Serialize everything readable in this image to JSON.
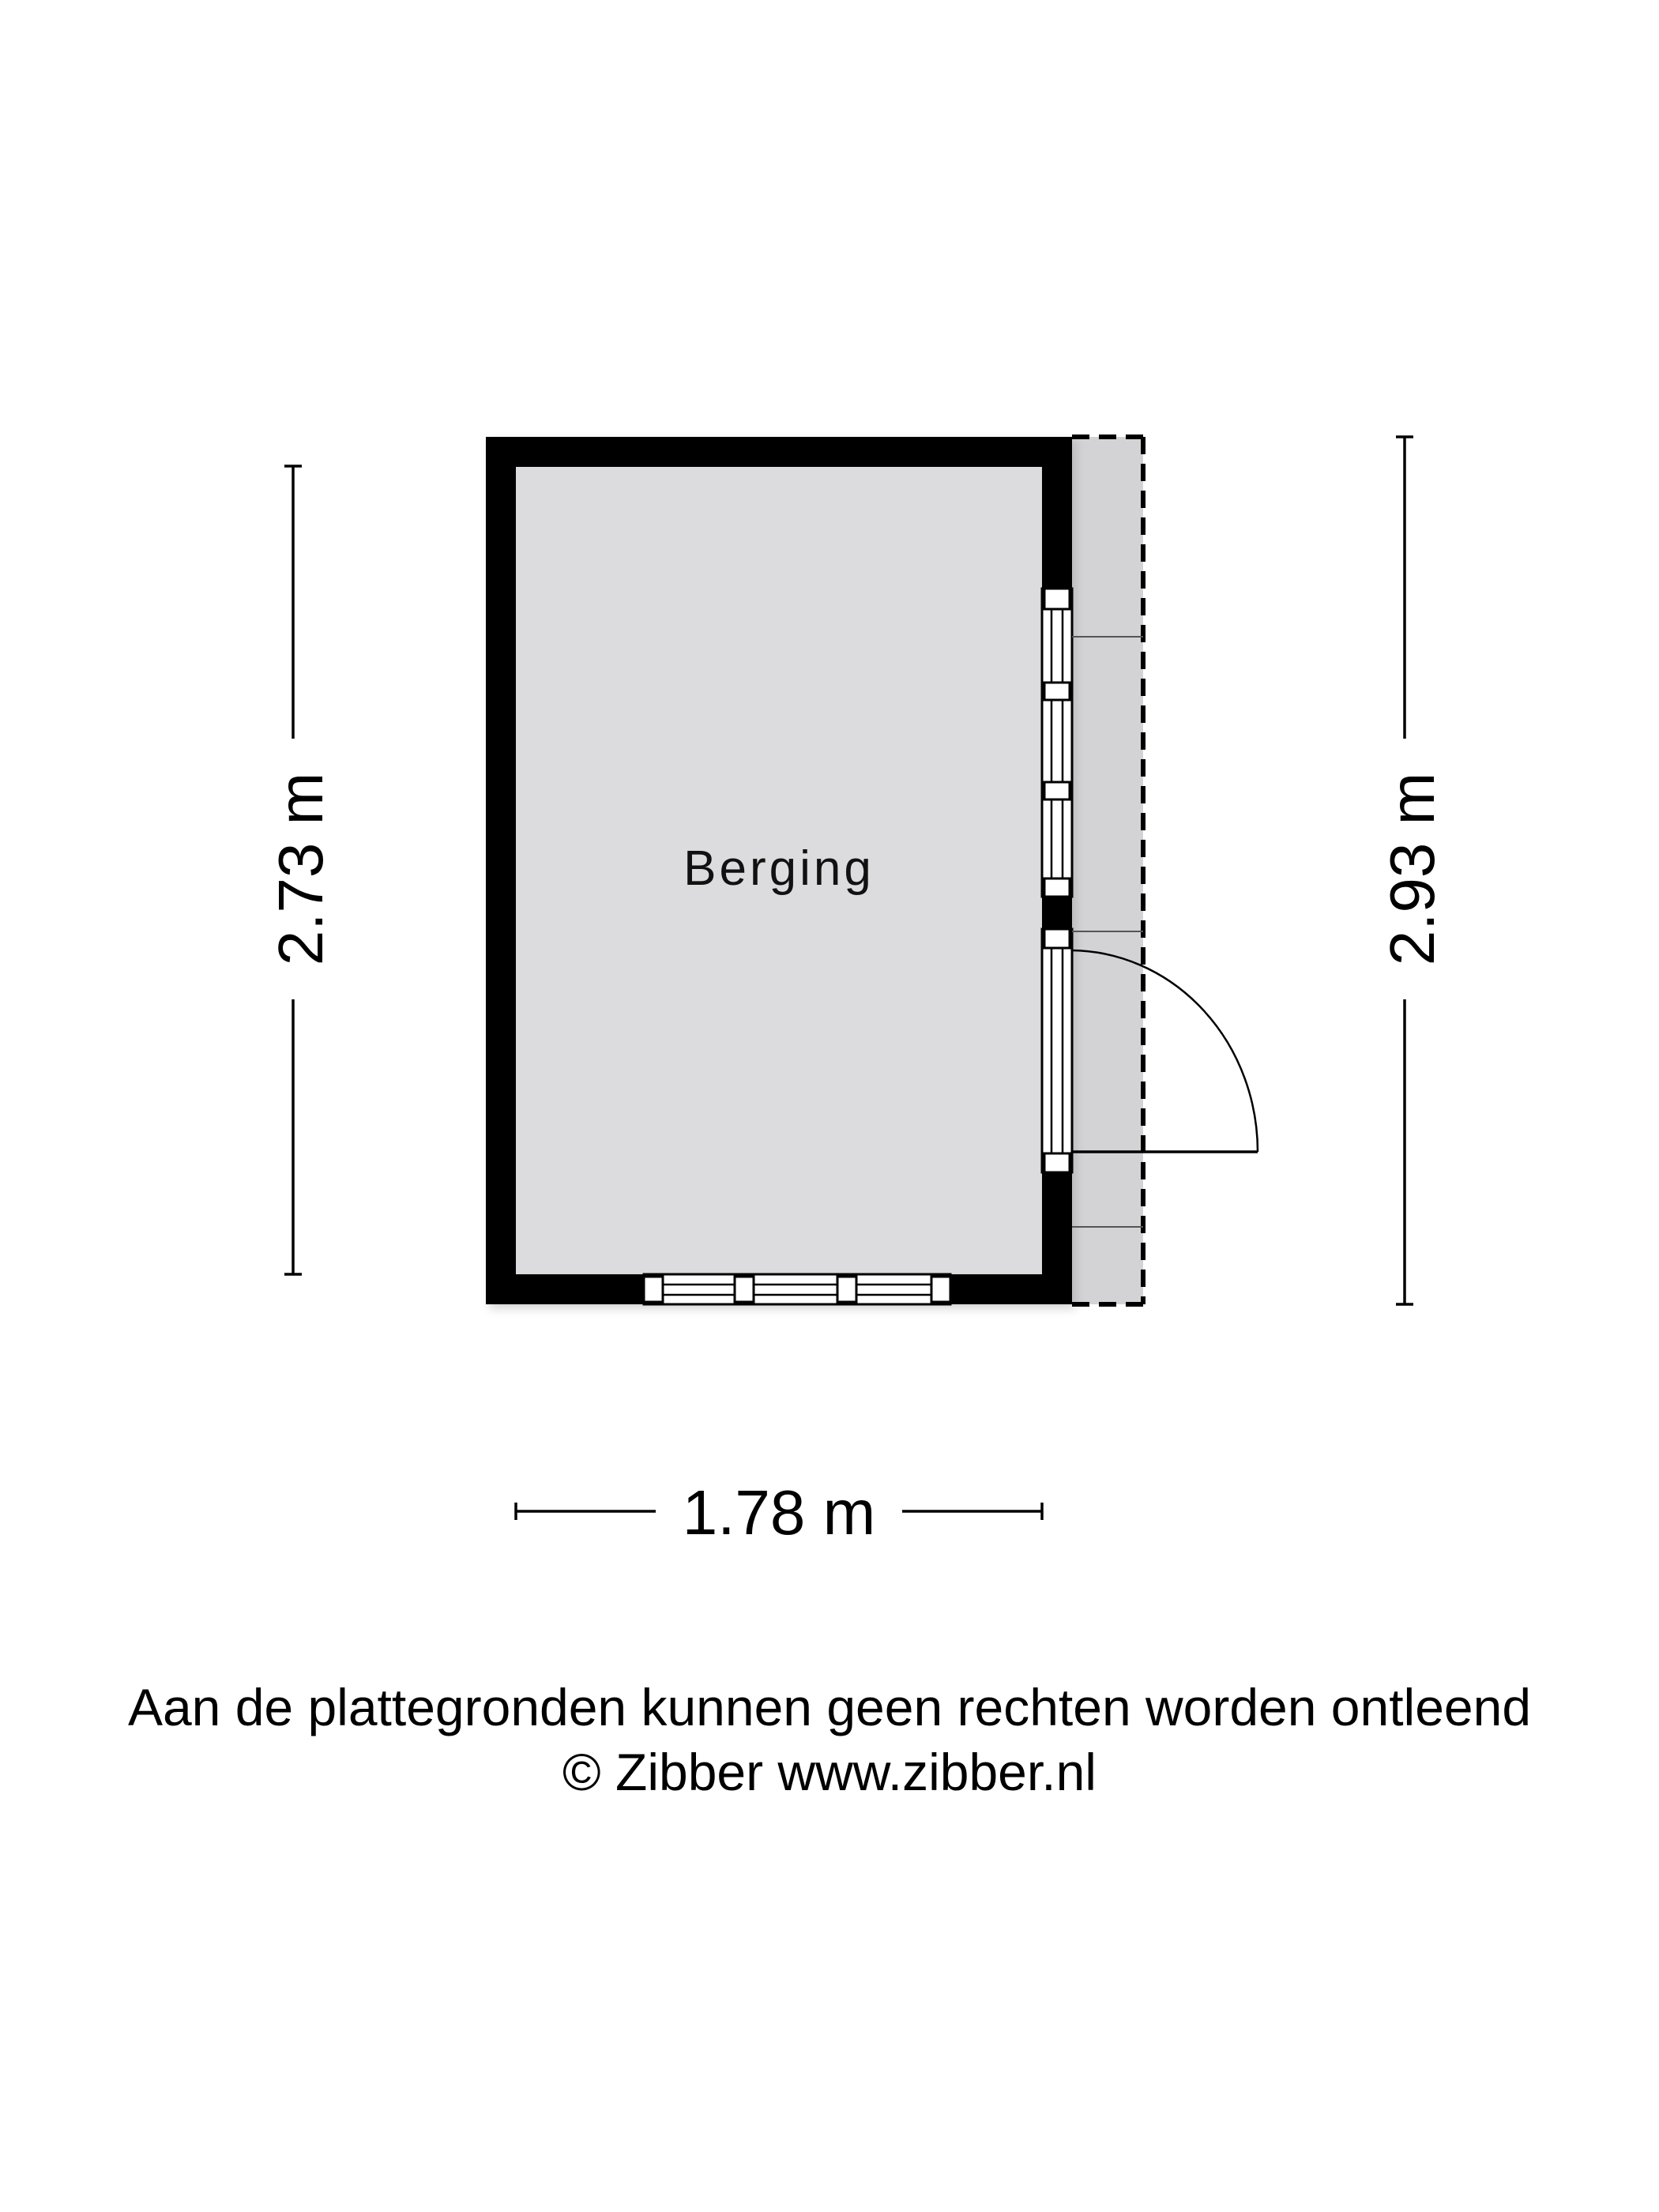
{
  "plan": {
    "room": {
      "label": "Berging"
    },
    "dimensions": {
      "left_height": "2.73 m",
      "right_height": "2.93 m",
      "bottom_width": "1.78 m"
    }
  },
  "footer": {
    "disclaimer": "Aan de plattegronden kunnen geen rechten worden ontleend",
    "copyright": "© Zibber www.zibber.nl"
  },
  "colors": {
    "wall": "#000000",
    "floor": "#dcdcde",
    "covered_area": "#d3d3d6",
    "background": "#ffffff"
  }
}
